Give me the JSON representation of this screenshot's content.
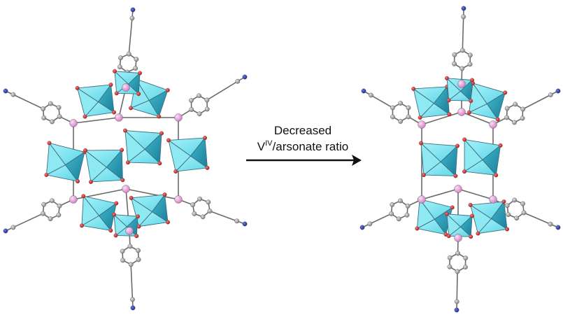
{
  "arrow_label": {
    "line1": "Decreased",
    "line2_prefix": "V",
    "line2_superscript": "IV",
    "line2_suffix": "/arsonate ratio"
  },
  "colors": {
    "polyhedron_light": "#7fe6f2",
    "polyhedron_mid": "#4cc9dc",
    "polyhedron_dark": "#1f8fa8",
    "polyhedron_edge": "#3b6f80",
    "arsenic_atom": "#e79ad8",
    "oxygen_atom": "#d81e1e",
    "carbon_atom": "#9a9a9a",
    "nitrogen_atom": "#1f2fa8",
    "bond": "#6a6a6a",
    "arrow": "#111111"
  },
  "structures": [
    {
      "name": "left-cluster",
      "description_icon": "polyoxovanadate-cage-icon"
    },
    {
      "name": "right-cluster",
      "description_icon": "polyoxovanadate-cage-icon"
    }
  ]
}
